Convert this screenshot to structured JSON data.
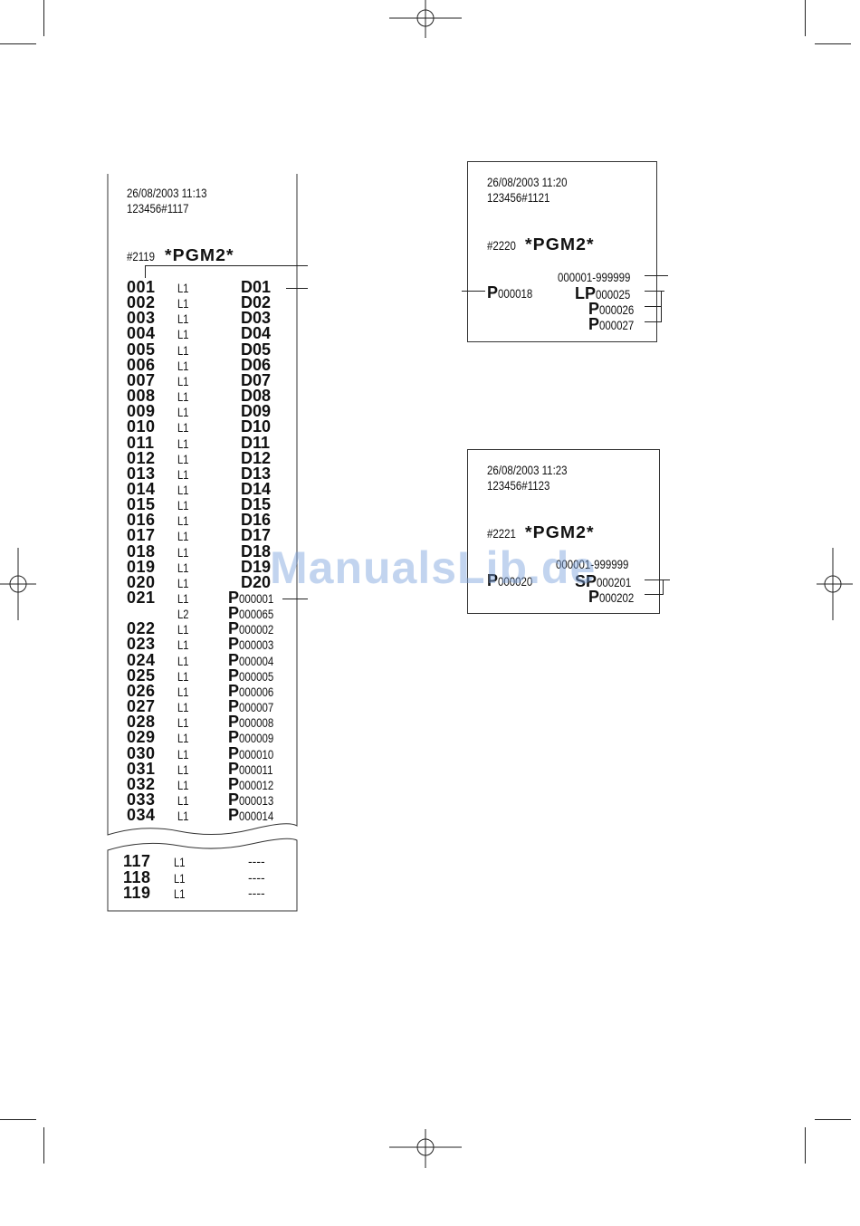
{
  "receipt1": {
    "datetime": "26/08/2003 11:13",
    "id": "123456#1117",
    "prog_no": "#2119",
    "prog_title": "*PGM2*",
    "rows": [
      {
        "n": "001",
        "l": "L1",
        "v": "D01"
      },
      {
        "n": "002",
        "l": "L1",
        "v": "D02"
      },
      {
        "n": "003",
        "l": "L1",
        "v": "D03"
      },
      {
        "n": "004",
        "l": "L1",
        "v": "D04"
      },
      {
        "n": "005",
        "l": "L1",
        "v": "D05"
      },
      {
        "n": "006",
        "l": "L1",
        "v": "D06"
      },
      {
        "n": "007",
        "l": "L1",
        "v": "D07"
      },
      {
        "n": "008",
        "l": "L1",
        "v": "D08"
      },
      {
        "n": "009",
        "l": "L1",
        "v": "D09"
      },
      {
        "n": "010",
        "l": "L1",
        "v": "D10"
      },
      {
        "n": "011",
        "l": "L1",
        "v": "D11"
      },
      {
        "n": "012",
        "l": "L1",
        "v": "D12"
      },
      {
        "n": "013",
        "l": "L1",
        "v": "D13"
      },
      {
        "n": "014",
        "l": "L1",
        "v": "D14"
      },
      {
        "n": "015",
        "l": "L1",
        "v": "D15"
      },
      {
        "n": "016",
        "l": "L1",
        "v": "D16"
      },
      {
        "n": "017",
        "l": "L1",
        "v": "D17"
      },
      {
        "n": "018",
        "l": "L1",
        "v": "D18"
      },
      {
        "n": "019",
        "l": "L1",
        "v": "D19"
      },
      {
        "n": "020",
        "l": "L1",
        "v": "D20"
      },
      {
        "n": "021",
        "l": "L1",
        "p": "000001"
      },
      {
        "n": "",
        "l": "L2",
        "p": "000065"
      },
      {
        "n": "022",
        "l": "L1",
        "p": "000002"
      },
      {
        "n": "023",
        "l": "L1",
        "p": "000003"
      },
      {
        "n": "024",
        "l": "L1",
        "p": "000004"
      },
      {
        "n": "025",
        "l": "L1",
        "p": "000005"
      },
      {
        "n": "026",
        "l": "L1",
        "p": "000006"
      },
      {
        "n": "027",
        "l": "L1",
        "p": "000007"
      },
      {
        "n": "028",
        "l": "L1",
        "p": "000008"
      },
      {
        "n": "029",
        "l": "L1",
        "p": "000009"
      },
      {
        "n": "030",
        "l": "L1",
        "p": "000010"
      },
      {
        "n": "031",
        "l": "L1",
        "p": "000011"
      },
      {
        "n": "032",
        "l": "L1",
        "p": "000012"
      },
      {
        "n": "033",
        "l": "L1",
        "p": "000013"
      },
      {
        "n": "034",
        "l": "L1",
        "p": "000014"
      }
    ],
    "tail_rows": [
      {
        "n": "117",
        "l": "L1",
        "v": "----"
      },
      {
        "n": "118",
        "l": "L1",
        "v": "----"
      },
      {
        "n": "119",
        "l": "L1",
        "v": "----"
      }
    ]
  },
  "receipt2": {
    "datetime": "26/08/2003 11:20",
    "id": "123456#1121",
    "prog_no": "#2220",
    "prog_title": "*PGM2*",
    "range": "000001-999999",
    "left_prefix": "P",
    "left_value": "000018",
    "items": [
      {
        "prefix": "LP",
        "value": "000025"
      },
      {
        "prefix": "P",
        "value": "000026"
      },
      {
        "prefix": "P",
        "value": "000027"
      }
    ]
  },
  "receipt3": {
    "datetime": "26/08/2003 11:23",
    "id": "123456#1123",
    "prog_no": "#2221",
    "prog_title": "*PGM2*",
    "range": "000001-999999",
    "left_prefix": "P",
    "left_value": "000020",
    "items": [
      {
        "prefix": "SP",
        "value": "000201"
      },
      {
        "prefix": "P",
        "value": "000202"
      }
    ]
  },
  "watermark": "ManualsLib.de"
}
